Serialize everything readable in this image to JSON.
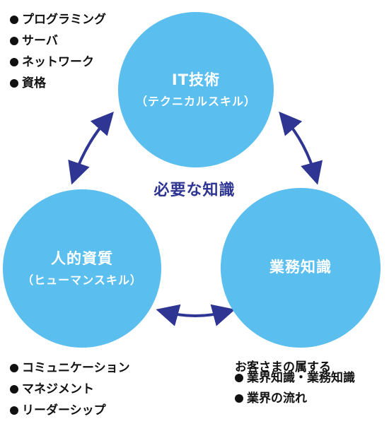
{
  "colors": {
    "circle_fill": "#5ABEEF",
    "arrow": "#2E3592",
    "text_dark": "#111111",
    "text_accent": "#2E3592",
    "circle_text": "#ffffff"
  },
  "circles": {
    "top": {
      "title": "IT技術",
      "subtitle": "（テクニカルスキル）"
    },
    "left": {
      "title": "人的資質",
      "subtitle": "（ヒューマンスキル）"
    },
    "right": {
      "title": "業務知識"
    }
  },
  "center_label": "必要な知識",
  "top_left_list": {
    "items": [
      "プログラミング",
      "サーバ",
      "ネットワーク",
      "資格"
    ]
  },
  "bottom_left_list": {
    "items": [
      "コミュニケーション",
      "マネジメント",
      "リーダーシップ"
    ]
  },
  "bottom_right_list": {
    "heading": "お客さまの属する",
    "items": [
      "業界知識・業務知識",
      "業界の流れ"
    ]
  }
}
